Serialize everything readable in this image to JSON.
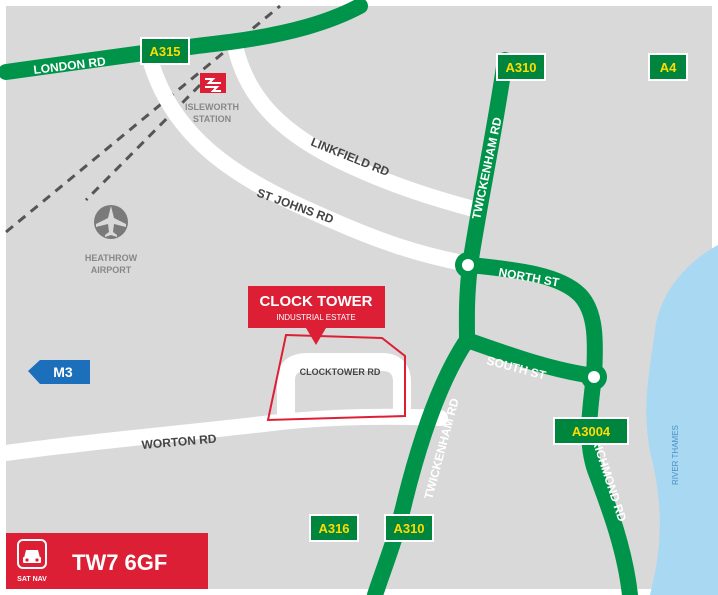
{
  "colors": {
    "background": "#d9d9d9",
    "road_green": "#00934a",
    "road_white": "#ffffff",
    "shield_green": "#00853f",
    "shield_text": "#ffdd00",
    "motorway_blue": "#1c6fbb",
    "river": "#a9d8f2",
    "accent_red": "#dd1f35",
    "label_gray": "#888888"
  },
  "roads": {
    "london_rd": "LONDON RD",
    "linkfield_rd": "LINKFIELD RD",
    "st_johns_rd": "ST JOHNS RD",
    "twickenham_rd_north": "TWICKENHAM RD",
    "twickenham_rd_south": "TWICKENHAM RD",
    "north_st": "NORTH ST",
    "south_st": "SOUTH ST",
    "worton_rd": "WORTON RD",
    "clocktower_rd": "CLOCKTOWER RD",
    "richmond_rd": "RICHMOND RD"
  },
  "shields": {
    "a315": "A315",
    "a310_top": "A310",
    "a4": "A4",
    "a3004": "A3004",
    "a316": "A316",
    "a310_bottom": "A310",
    "m3": "M3"
  },
  "places": {
    "station_line1": "ISLEWORTH",
    "station_line2": "STATION",
    "airport_line1": "HEATHROW",
    "airport_line2": "AIRPORT",
    "river": "RIVER THAMES"
  },
  "marker": {
    "title": "CLOCK TOWER",
    "subtitle": "INDUSTRIAL ESTATE"
  },
  "satnav": {
    "label": "SAT NAV",
    "postcode": "TW7 6GF"
  },
  "icons": {
    "rail": "rail-icon",
    "airplane": "airplane-icon",
    "car": "car-icon",
    "motorway_arrow": "left-arrow-icon"
  }
}
